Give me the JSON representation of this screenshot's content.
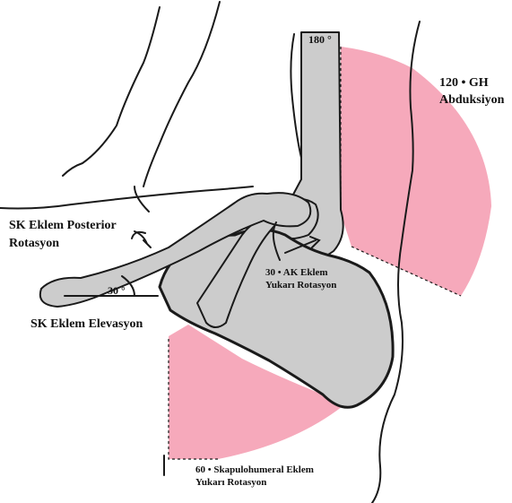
{
  "colors": {
    "range_fill": "#f6a9bb",
    "bone_fill": "#cccccc",
    "outline": "#1a1a1a",
    "background": "#ffffff"
  },
  "labels": {
    "angle_180": "180 °",
    "gh_line1": "120 •  GH",
    "gh_line2": "Abduksiyon",
    "sk_posterior_line1": "SK Eklem Posterior",
    "sk_posterior_line2": "Rotasyon",
    "angle_30_sk": "30 °",
    "ak_line1": "30 • AK Eklem",
    "ak_line2": "Yukarı Rotasyon",
    "sk_elevation": "SK Eklem Elevasyon",
    "scapulohumeral_line1": "60 • Skapulohumeral Eklem",
    "scapulohumeral_line2": "Yukarı Rotasyon"
  }
}
